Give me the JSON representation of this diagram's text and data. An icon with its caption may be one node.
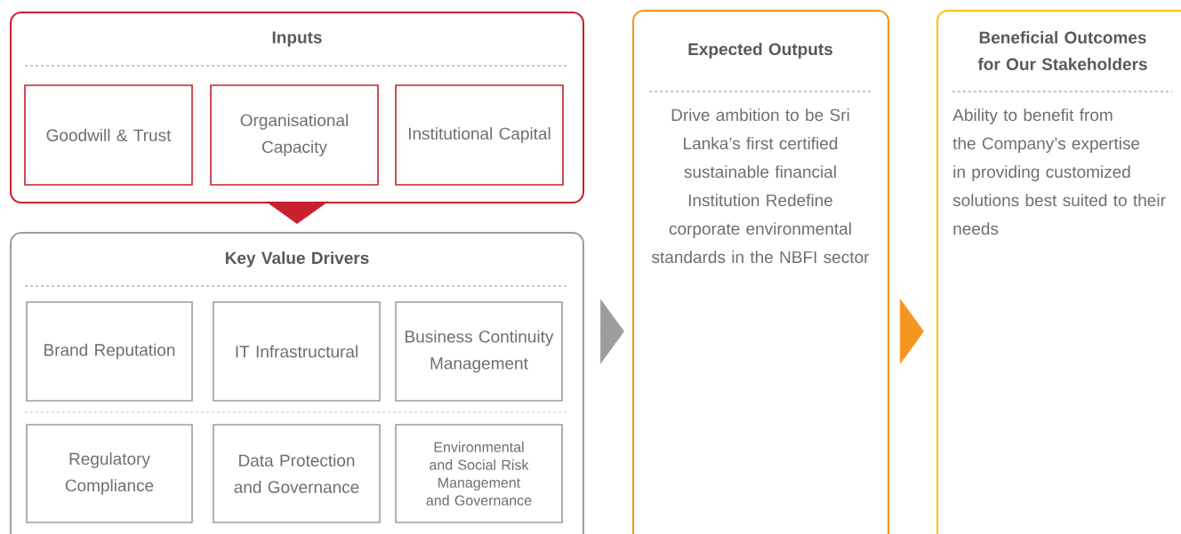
{
  "diagram": {
    "nodes": [
      {
        "text": [
          "Inputs"
        ]
      },
      {
        "text": [
          "Goodwill & Trust"
        ],
        "in": 0
      },
      {
        "text": [
          "Organisational Capacity"
        ],
        "in": 0
      },
      {
        "text": [
          "Institutional Capital"
        ],
        "in": 0
      },
      {
        "text": [
          "Key Value Drivers"
        ]
      },
      {
        "text": [
          "Brand Reputation"
        ],
        "in": 4
      },
      {
        "text": [
          "IT Infrastructural"
        ],
        "in": 4
      },
      {
        "text": [
          "Business Continuity Management"
        ],
        "in": 4
      },
      {
        "text": [
          "Regulatory Compliance"
        ],
        "in": 4
      },
      {
        "text": [
          "Data Protection and Governance"
        ],
        "in": 4
      },
      {
        "text": [
          "Environmental and Social Risk Management and Governance"
        ],
        "in": 4
      },
      {
        "text": [
          "Expected Outputs",
          "Drive ambition to be Sri Lanka’s first certified sustainable financial Institution Redefine corporate environmental standards in the NBFI sector"
        ]
      },
      {
        "text": [
          "Beneficial Outcomes for Our Stakeholders",
          "Ability to benefit from the Company’s expertise in providing customized solutions best suited to their needs"
        ]
      }
    ],
    "edges": [
      {
        "from": 0,
        "to": 4,
        "arrow": "to",
        "color": "#c8202f"
      },
      {
        "from": 4,
        "to": 11,
        "arrow": "to",
        "color": "#9d9d9d"
      },
      {
        "from": 11,
        "to": 12,
        "arrow": "to",
        "color": "#f7941d"
      }
    ]
  }
}
